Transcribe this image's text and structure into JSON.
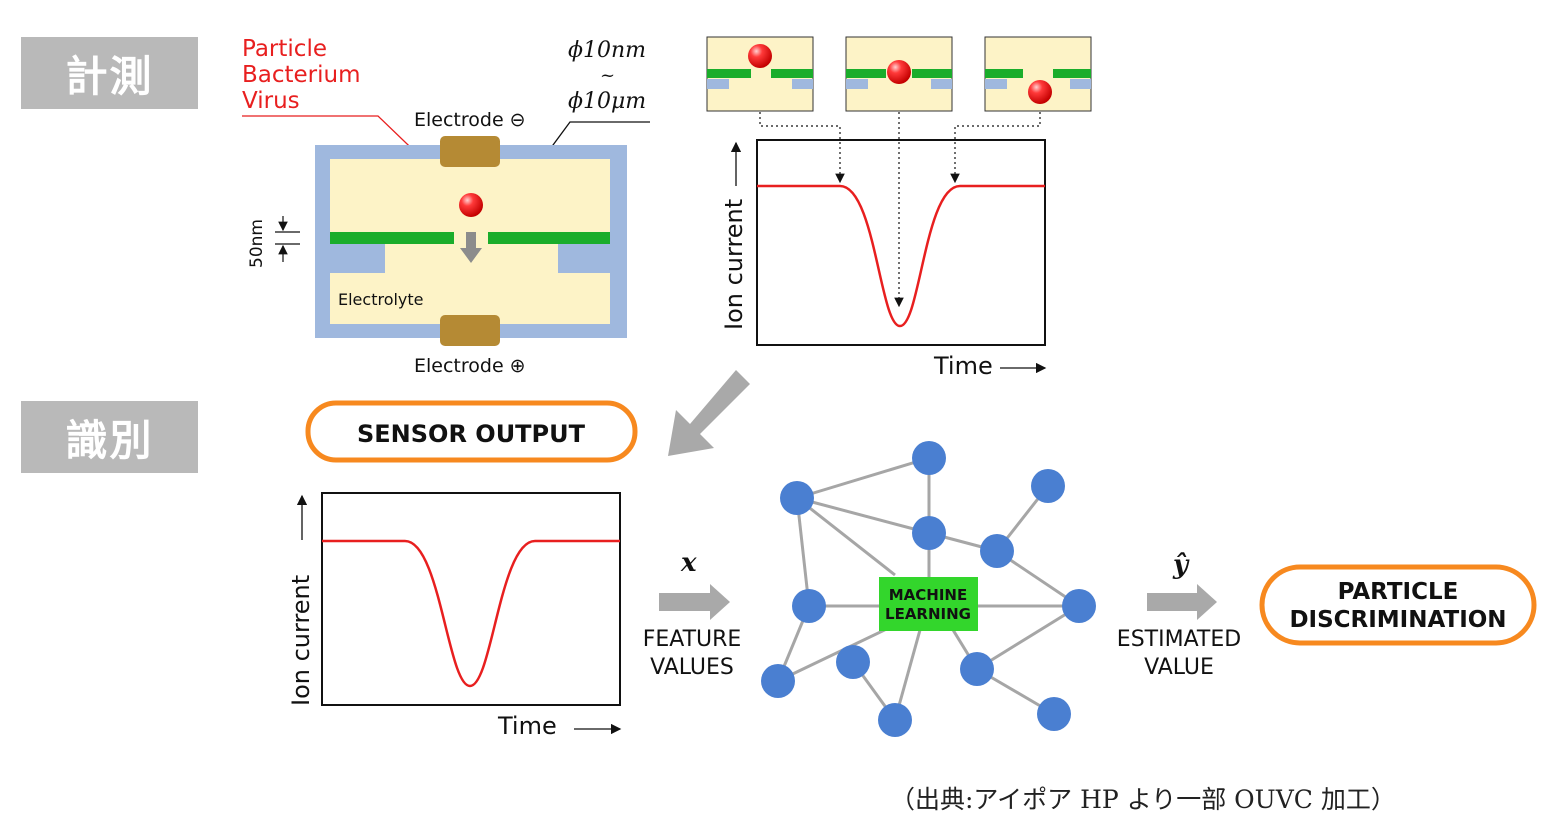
{
  "sections": {
    "measure": "計測",
    "identify": "識別"
  },
  "particle_labels": [
    "Particle",
    "Bacterium",
    "Virus"
  ],
  "size_range": {
    "min": "ϕ10nm",
    "tilde": "~",
    "max": "ϕ10μm"
  },
  "electrode_top": "Electrode ⊖",
  "electrode_bottom": "Electrode ⊕",
  "thickness_label": "50nm",
  "electrolyte_label": "Electrolyte",
  "plot_top": {
    "ylabel": "Ion current",
    "xlabel": "Time"
  },
  "plot_bottom": {
    "ylabel": "Ion current",
    "xlabel": "Time"
  },
  "sensor_output": "SENSOR OUTPUT",
  "feature": {
    "symbol": "x",
    "line1": "FEATURE",
    "line2": "VALUES"
  },
  "ml": {
    "line1": "MACHINE",
    "line2": "LEARNING"
  },
  "estimated": {
    "symbol": "ŷ",
    "line1": "ESTIMATED",
    "line2": "VALUE"
  },
  "result": {
    "line1": "PARTICLE",
    "line2": "DISCRIMINATION"
  },
  "credit": "（出典:アイポア HP より一部 OUVC 加工）",
  "colors": {
    "particle_red": "#e81f1f",
    "membrane_green": "#1aad2b",
    "chamber_blue": "#9fb8de",
    "electrolyte_cream": "#fdf3c7",
    "electrode_gold": "#b58a34",
    "node_blue": "#4a7fd1",
    "ml_green": "#33d62c",
    "orange": "#f7891f",
    "tag_gray": "#b9b9b9"
  }
}
